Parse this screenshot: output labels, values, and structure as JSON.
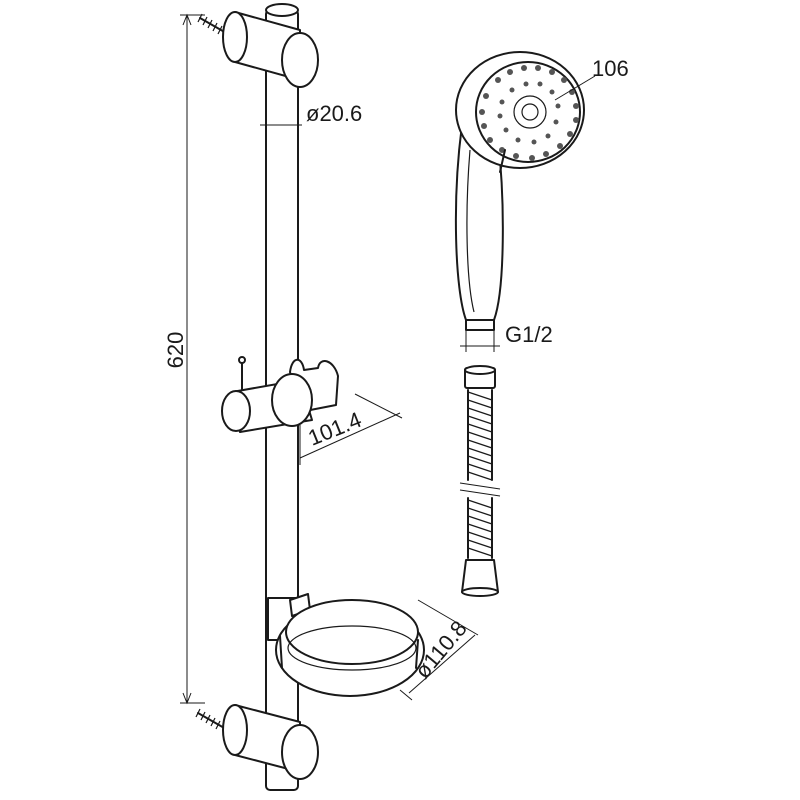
{
  "dimensions": {
    "height": "620",
    "rail_diameter": "ø20.6",
    "holder_projection": "101.4",
    "shower_head": "106",
    "thread": "G1/2",
    "soap_dish": "ø110.8"
  }
}
